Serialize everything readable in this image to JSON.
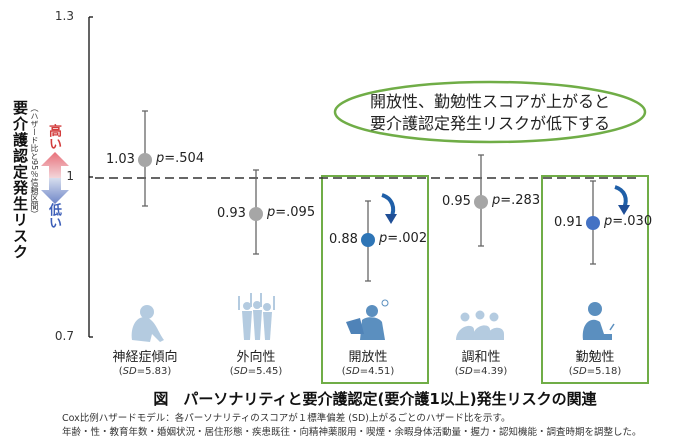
{
  "chart_data": {
    "type": "forest",
    "title": "図　パーソナリティと要介護認定(要介護1以上)発生リスクの関連",
    "ylabel": "要介護認定発生リスク",
    "ylabel_sub": "(ハザード比と95%信頼区間)",
    "ylim": [
      0.7,
      1.3
    ],
    "yticks": [
      "1.3",
      "1",
      "0.7"
    ],
    "reference_line": 1,
    "grid": false,
    "categories": [
      "神経症傾向",
      "外向性",
      "開放性",
      "調和性",
      "勤勉性"
    ],
    "sd": [
      "(SD=5.83)",
      "(SD=5.45)",
      "(SD=4.51)",
      "(SD=4.39)",
      "(SD=5.18)"
    ],
    "series": [
      {
        "name": "Hazard ratio",
        "values": [
          1.03,
          0.93,
          0.88,
          0.95,
          0.91
        ],
        "ci_low": [
          0.95,
          0.86,
          0.81,
          0.87,
          0.84
        ],
        "ci_high": [
          1.12,
          1.01,
          0.96,
          1.04,
          0.99
        ],
        "p_values": [
          "p=.504",
          "p=.095",
          "p=.002",
          "p=.283",
          "p=.030"
        ],
        "significant": [
          false,
          false,
          true,
          false,
          true
        ]
      }
    ],
    "annotations": [
      "開放性、勤勉性スコアが上がると",
      "要介護認定発生リスクが低下する"
    ]
  },
  "axis": {
    "y_top": "1.3",
    "y_mid": "1",
    "y_bottom": "0.7",
    "ylabel": "要介護認定発生リスク",
    "ylabel_sub": "（ハザード比と95％信頼区間）",
    "high_label": "高い",
    "low_label": "低い"
  },
  "points": [
    {
      "value": "1.03",
      "p_prefix": "p",
      "p_rest": "=.504",
      "name": "神経症傾向",
      "sd_prefix": "(",
      "sd_it": "SD",
      "sd_rest": "=5.83)"
    },
    {
      "value": "0.93",
      "p_prefix": "p",
      "p_rest": "=.095",
      "name": "外向性",
      "sd_prefix": "(",
      "sd_it": "SD",
      "sd_rest": "=5.45)"
    },
    {
      "value": "0.88",
      "p_prefix": "p",
      "p_rest": "=.002",
      "name": "開放性",
      "sd_prefix": "(",
      "sd_it": "SD",
      "sd_rest": "=4.51)"
    },
    {
      "value": "0.95",
      "p_prefix": "p",
      "p_rest": "=.283",
      "name": "調和性",
      "sd_prefix": "(",
      "sd_it": "SD",
      "sd_rest": "=4.39)"
    },
    {
      "value": "0.91",
      "p_prefix": "p",
      "p_rest": "=.030",
      "name": "勤勉性",
      "sd_prefix": "(",
      "sd_it": "SD",
      "sd_rest": "=5.18)"
    }
  ],
  "callout": {
    "line1": "開放性、勤勉性スコアが上がると",
    "line2": "要介護認定発生リスクが低下する"
  },
  "figure": {
    "title": "図　パーソナリティと要介護認定(要介護1以上)発生リスクの関連",
    "note1": "Cox比例ハザードモデル：各パーソナリティのスコアが１標準偏差 (SD)上がるごとのハザード比を示す。",
    "note2": "年齢・性・教育年数・婚姻状況・居住形態・疾患既往・向精神薬服用・喫煙・余暇身体活動量・握力・認知機能・調査時期を調整した。"
  },
  "colors": {
    "nonsig_dot": "#a6a6a6",
    "sig_dot_openness": "#2e75b6",
    "sig_dot_conscientiousness": "#4472c4",
    "highlight_box": "#70ad47",
    "icon_light": "#b4cbe0",
    "icon_dark": "#5b8fbf",
    "high_red": "#d23c3c",
    "low_blue": "#3d5fb8"
  }
}
